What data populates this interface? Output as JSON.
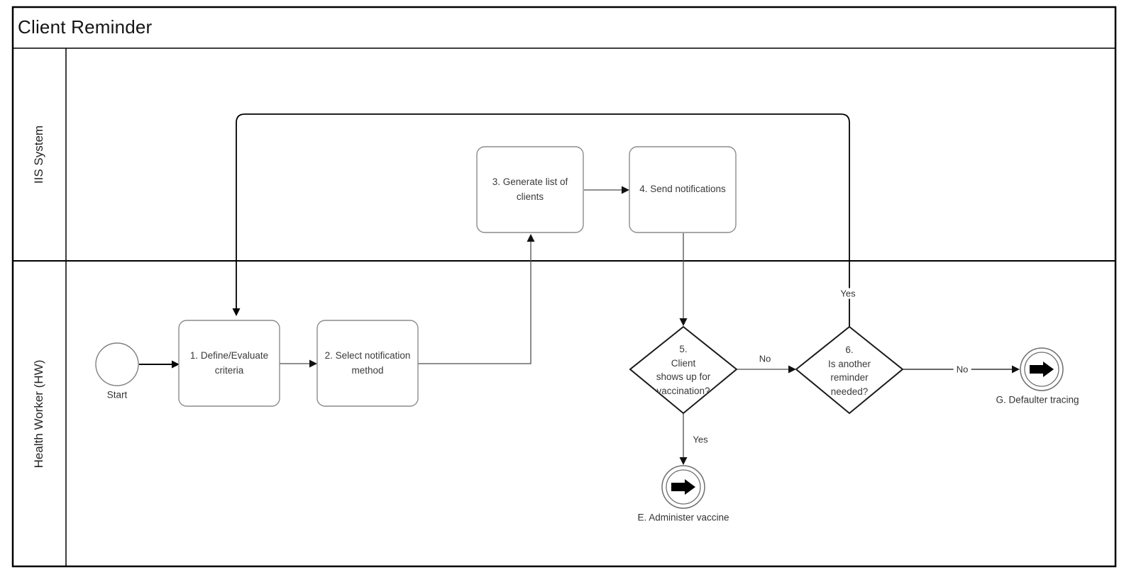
{
  "diagram": {
    "title": "Client Reminder",
    "lanes": [
      {
        "label": "IIS System"
      },
      {
        "label": "Health Worker (HW)"
      }
    ],
    "nodes": {
      "start": {
        "type": "start-event",
        "label": "Start"
      },
      "task1": {
        "type": "task",
        "label": "1. Define/Evaluate\ncriteria"
      },
      "task2": {
        "type": "task",
        "label": "2. Select notification\nmethod"
      },
      "task3": {
        "type": "task",
        "label": "3. Generate list of\nclients"
      },
      "task4": {
        "type": "task",
        "label": "4. Send notifications"
      },
      "decision5": {
        "type": "decision",
        "label": "5.\nClient\nshows up for\nvaccination?"
      },
      "decision6": {
        "type": "decision",
        "label": "6.\nIs another\nreminder\nneeded?"
      },
      "end_e": {
        "type": "link-end-event",
        "label": "E. Administer vaccine"
      },
      "end_g": {
        "type": "link-end-event",
        "label": "G. Defaulter tracing"
      }
    },
    "edge_labels": {
      "d5_to_d6_no": "No",
      "d5_to_e_yes": "Yes",
      "d6_to_g_no": "No",
      "d6_loop_yes": "Yes"
    },
    "colors": {
      "frame": "#000000",
      "connector": "#4d4d4d",
      "task_border": "#8c8c8c",
      "text": "#3a3a3a",
      "background": "#ffffff"
    }
  }
}
